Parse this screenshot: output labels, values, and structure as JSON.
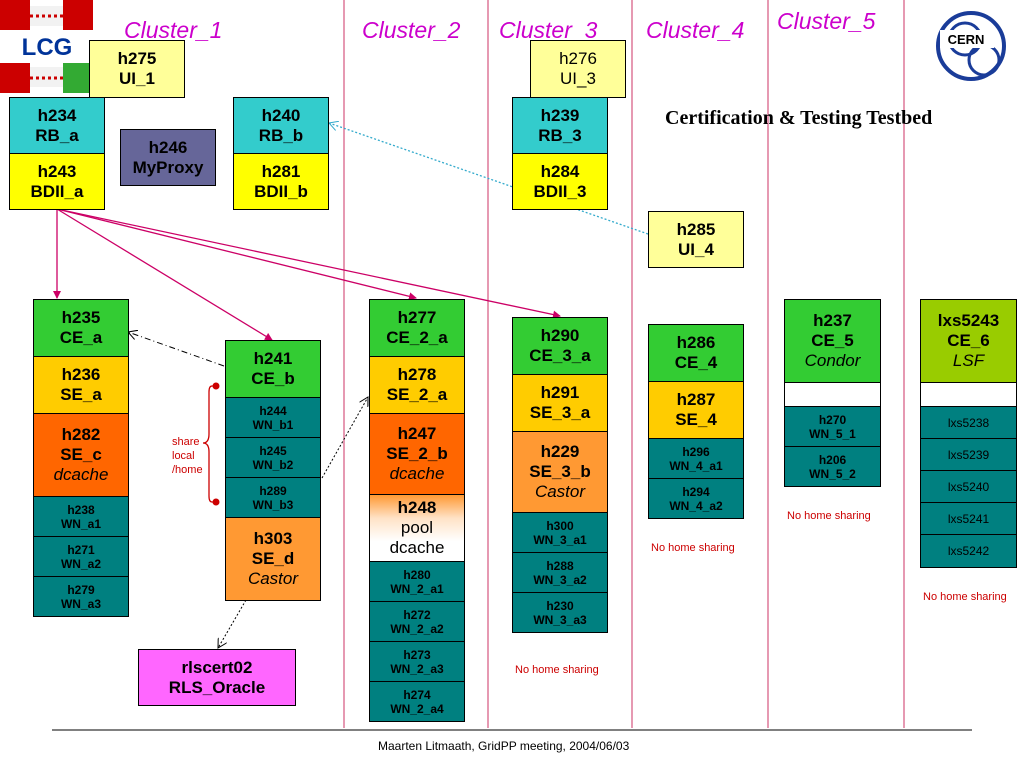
{
  "clusters": [
    "Cluster_1",
    "Cluster_2",
    "Cluster_3",
    "Cluster_4",
    "Cluster_5"
  ],
  "heading": "Certification & Testing Testbed",
  "logos": {
    "lcg": "LCG",
    "cern": "CERN"
  },
  "nodes": {
    "h275": {
      "host": "h275",
      "role": "UI_1"
    },
    "h276": {
      "host": "h276",
      "role": "UI_3"
    },
    "h234": {
      "host": "h234",
      "role": "RB_a"
    },
    "h243": {
      "host": "h243",
      "role": "BDII_a"
    },
    "h246": {
      "host": "h246",
      "role": "MyProxy"
    },
    "h240": {
      "host": "h240",
      "role": "RB_b"
    },
    "h281": {
      "host": "h281",
      "role": "BDII_b"
    },
    "h239": {
      "host": "h239",
      "role": "RB_3"
    },
    "h284": {
      "host": "h284",
      "role": "BDII_3"
    },
    "h285": {
      "host": "h285",
      "role": "UI_4"
    },
    "h235": {
      "host": "h235",
      "role": "CE_a"
    },
    "h236": {
      "host": "h236",
      "role": "SE_a"
    },
    "h282": {
      "host": "h282",
      "role": "SE_c",
      "sub": "dcache"
    },
    "h238": {
      "host": "h238",
      "role": "WN_a1"
    },
    "h271": {
      "host": "h271",
      "role": "WN_a2"
    },
    "h279": {
      "host": "h279",
      "role": "WN_a3"
    },
    "h241": {
      "host": "h241",
      "role": "CE_b"
    },
    "h244": {
      "host": "h244",
      "role": "WN_b1"
    },
    "h245": {
      "host": "h245",
      "role": "WN_b2"
    },
    "h289": {
      "host": "h289",
      "role": "WN_b3"
    },
    "h303": {
      "host": "h303",
      "role": "SE_d",
      "sub": "Castor"
    },
    "rlscert02": {
      "host": "rlscert02",
      "role": "RLS_Oracle"
    },
    "h277": {
      "host": "h277",
      "role": "CE_2_a"
    },
    "h278": {
      "host": "h278",
      "role": "SE_2_a"
    },
    "h247": {
      "host": "h247",
      "role": "SE_2_b",
      "sub": "dcache"
    },
    "h248": {
      "host": "h248",
      "role": "pool",
      "sub": "dcache"
    },
    "h280": {
      "host": "h280",
      "role": "WN_2_a1"
    },
    "h272": {
      "host": "h272",
      "role": "WN_2_a2"
    },
    "h273": {
      "host": "h273",
      "role": "WN_2_a3"
    },
    "h274": {
      "host": "h274",
      "role": "WN_2_a4"
    },
    "h290": {
      "host": "h290",
      "role": "CE_3_a"
    },
    "h291": {
      "host": "h291",
      "role": "SE_3_a"
    },
    "h229": {
      "host": "h229",
      "role": "SE_3_b",
      "sub": "Castor"
    },
    "h300": {
      "host": "h300",
      "role": "WN_3_a1"
    },
    "h288": {
      "host": "h288",
      "role": "WN_3_a2"
    },
    "h230": {
      "host": "h230",
      "role": "WN_3_a3"
    },
    "h286": {
      "host": "h286",
      "role": "CE_4"
    },
    "h287": {
      "host": "h287",
      "role": "SE_4"
    },
    "h296": {
      "host": "h296",
      "role": "WN_4_a1"
    },
    "h294": {
      "host": "h294",
      "role": "WN_4_a2"
    },
    "h237": {
      "host": "h237",
      "role": "CE_5",
      "sub": "Condor"
    },
    "h270": {
      "host": "h270",
      "role": "WN_5_1"
    },
    "h206": {
      "host": "h206",
      "role": "WN_5_2"
    },
    "lxs5243": {
      "host": "lxs5243",
      "role": "CE_6",
      "sub": "LSF"
    },
    "lxs5238": {
      "host": "lxs5238"
    },
    "lxs5239": {
      "host": "lxs5239"
    },
    "lxs5240": {
      "host": "lxs5240"
    },
    "lxs5241": {
      "host": "lxs5241"
    },
    "lxs5242": {
      "host": "lxs5242"
    }
  },
  "notes": {
    "share_home": [
      "share",
      "local",
      "/home"
    ],
    "no_home_sharing": "No home sharing"
  },
  "footer": "Maarten Litmaath, GridPP meeting, 2004/06/03",
  "colors": {
    "cluster_title": "#cc00cc",
    "separator": "#cc3366",
    "arrow": "#cc0066",
    "dotted": "#33aacc",
    "note": "#cc0000",
    "ce": "#33cc33",
    "se": "#ffcc00",
    "se_dcache": "#ff6600",
    "se_castor": "#ff9933",
    "wn": "#008080",
    "rb": "#33cccc",
    "bdii": "#ffff00",
    "ui": "#ffff99",
    "myproxy": "#666699",
    "rls": "#ff66ff",
    "lsf": "#99cc00"
  }
}
